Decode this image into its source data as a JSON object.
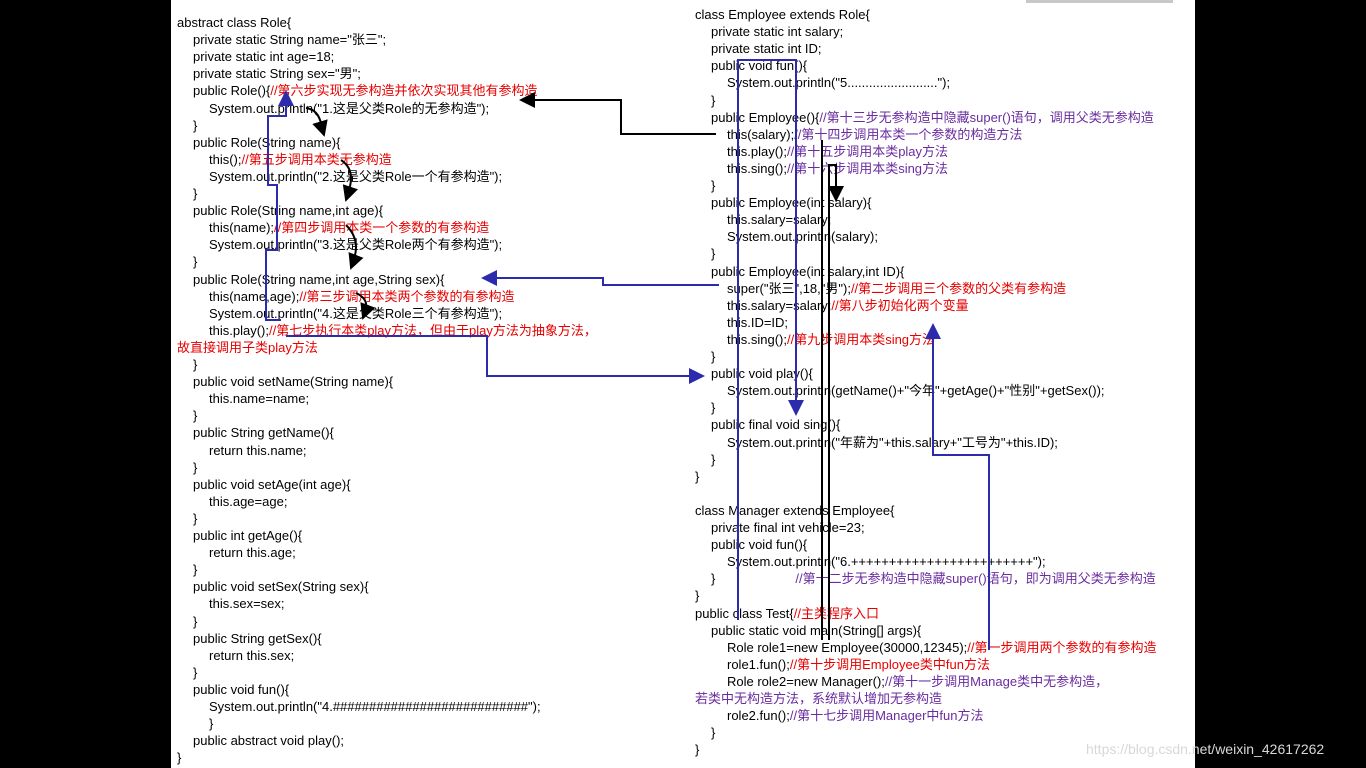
{
  "watermark": "https://blog.csdn.net/weixin_42617262",
  "role_class": [
    {
      "code": "abstract class Role{",
      "indent": 0
    },
    {
      "code": "private static String name=\"张三\";",
      "indent": 1
    },
    {
      "code": "private static int age=18;",
      "indent": 1
    },
    {
      "code": "private static String sex=\"男\";",
      "indent": 1
    },
    {
      "code": "public Role(){",
      "comment": "//第六步实现无参构造并依次实现其他有参构造",
      "color": "red",
      "indent": 1
    },
    {
      "code": "System.out.println(\"1.这是父类Role的无参构造\");",
      "indent": 2
    },
    {
      "code": "}",
      "indent": 1
    },
    {
      "code": "public Role(String name){",
      "indent": 1
    },
    {
      "code": "this();",
      "comment": "//第五步调用本类无参构造",
      "color": "red",
      "indent": 2
    },
    {
      "code": "System.out.println(\"2.这是父类Role一个有参构造\");",
      "indent": 2
    },
    {
      "code": "}",
      "indent": 1
    },
    {
      "code": "public Role(String name,int age){",
      "indent": 1
    },
    {
      "code": "this(name);",
      "comment": "//第四步调用本类一个参数的有参构造",
      "color": "red",
      "indent": 2
    },
    {
      "code": "System.out.println(\"3.这是父类Role两个有参构造\");",
      "indent": 2
    },
    {
      "code": "}",
      "indent": 1
    },
    {
      "code": "public Role(String name,int age,String sex){",
      "indent": 1
    },
    {
      "code": "this(name,age);",
      "comment": "//第三步调用本类两个参数的有参构造",
      "color": "red",
      "indent": 2
    },
    {
      "code": "System.out.println(\"4.这是父类Role三个有参构造\");",
      "indent": 2
    },
    {
      "code": "this.play();",
      "comment": "//第七步执行本类play方法，但由于play方法为抽象方法，",
      "color": "red",
      "indent": 2
    },
    {
      "code": "",
      "comment": "故直接调用子类play方法",
      "color": "red",
      "indent": 0
    },
    {
      "code": "}",
      "indent": 1
    },
    {
      "code": "public void setName(String name){",
      "indent": 1
    },
    {
      "code": "this.name=name;",
      "indent": 2
    },
    {
      "code": "}",
      "indent": 1
    },
    {
      "code": "public String getName(){",
      "indent": 1
    },
    {
      "code": "return this.name;",
      "indent": 2
    },
    {
      "code": "}",
      "indent": 1
    },
    {
      "code": "public void setAge(int age){",
      "indent": 1
    },
    {
      "code": "this.age=age;",
      "indent": 2
    },
    {
      "code": "}",
      "indent": 1
    },
    {
      "code": "public int getAge(){",
      "indent": 1
    },
    {
      "code": "return this.age;",
      "indent": 2
    },
    {
      "code": "}",
      "indent": 1
    },
    {
      "code": "public void setSex(String sex){",
      "indent": 1
    },
    {
      "code": "this.sex=sex;",
      "indent": 2
    },
    {
      "code": "}",
      "indent": 1
    },
    {
      "code": "public String getSex(){",
      "indent": 1
    },
    {
      "code": "return this.sex;",
      "indent": 2
    },
    {
      "code": "}",
      "indent": 1
    },
    {
      "code": "public void fun(){",
      "indent": 1
    },
    {
      "code": "System.out.println(\"4.###########################\");",
      "indent": 2
    },
    {
      "code": "}",
      "indent": 2
    },
    {
      "code": "public abstract void play();",
      "indent": 1
    },
    {
      "code": "}",
      "indent": 0
    }
  ],
  "right_code": [
    {
      "code": "class Employee extends Role{",
      "indent": 0
    },
    {
      "code": "private static int salary;",
      "indent": 1
    },
    {
      "code": "private static int ID;",
      "indent": 1
    },
    {
      "code": "public void fun(){",
      "indent": 1
    },
    {
      "code": "System.out.println(\"5.........................\");",
      "indent": 2
    },
    {
      "code": "}",
      "indent": 1
    },
    {
      "code": "public Employee(){",
      "comment": "//第十三步无参构造中隐藏super()语句，调用父类无参构造",
      "color": "purple",
      "indent": 1
    },
    {
      "code": "this(salary);",
      "comment": "//第十四步调用本类一个参数的构造方法",
      "color": "purple",
      "indent": 2
    },
    {
      "code": "this.play();",
      "comment": "//第十五步调用本类play方法",
      "color": "purple",
      "indent": 2
    },
    {
      "code": "this.sing();",
      "comment": "//第十六步调用本类sing方法",
      "color": "purple",
      "indent": 2
    },
    {
      "code": "}",
      "indent": 1
    },
    {
      "code": "public Employee(int salary){",
      "indent": 1
    },
    {
      "code": "this.salary=salary;",
      "indent": 2
    },
    {
      "code": "System.out.println(salary);",
      "indent": 2
    },
    {
      "code": "}",
      "indent": 1
    },
    {
      "code": "public Employee(int salary,int ID){",
      "indent": 1
    },
    {
      "code": "super(\"张三\",18,\"男\");",
      "comment": "//第二步调用三个参数的父类有参构造",
      "color": "red",
      "indent": 2
    },
    {
      "code": "this.salary=salary;",
      "comment": "//第八步初始化两个变量",
      "color": "red",
      "indent": 2
    },
    {
      "code": "this.ID=ID;",
      "indent": 2
    },
    {
      "code": "this.sing();",
      "comment": "//第九步调用本类sing方法",
      "color": "red",
      "indent": 2
    },
    {
      "code": "}",
      "indent": 1
    },
    {
      "code": "public void play(){",
      "indent": 1
    },
    {
      "code": "System.out.println(getName()+\"今年\"+getAge()+\"性别\"+getSex());",
      "indent": 2
    },
    {
      "code": "}",
      "indent": 1
    },
    {
      "code": "public final void sing(){",
      "indent": 1
    },
    {
      "code": "System.out.println(\"年薪为\"+this.salary+\"工号为\"+this.ID);",
      "indent": 2
    },
    {
      "code": "}",
      "indent": 1
    },
    {
      "code": "}",
      "indent": 0
    },
    {
      "code": "",
      "indent": 0
    },
    {
      "code": "class Manager extends Employee{",
      "indent": 0
    },
    {
      "code": "private final int vehicle=23;",
      "indent": 1
    },
    {
      "code": "public void fun(){",
      "indent": 1
    },
    {
      "code": "System.out.println(\"6.++++++++++++++++++++++++\");",
      "indent": 2
    },
    {
      "code": "}",
      "indent": 1,
      "comment": "//第十二步无参构造中隐藏super()语句，即为调用父类无参构造",
      "color": "purple",
      "comment_gap": 80
    },
    {
      "code": "}",
      "indent": 0
    },
    {
      "code": "public class Test{",
      "comment": "//主类程序入口",
      "color": "red",
      "indent": 0
    },
    {
      "code": "public static void main(String[] args){",
      "indent": 1
    },
    {
      "code": "Role role1=new Employee(30000,12345);",
      "comment": "//第一步调用两个参数的有参构造",
      "color": "red",
      "indent": 2
    },
    {
      "code": "role1.fun();",
      "comment": "//第十步调用Employee类中fun方法",
      "color": "red",
      "indent": 2
    },
    {
      "code": "Role role2=new Manager();",
      "comment": "//第十一步调用Manage类中无参构造，",
      "color": "purple",
      "indent": 2
    },
    {
      "code": "",
      "comment": "若类中无构造方法，系统默认增加无参构造",
      "color": "purple",
      "indent": 0
    },
    {
      "code": "role2.fun();",
      "comment": "//第十七步调用Manager中fun方法",
      "color": "purple",
      "indent": 2
    },
    {
      "code": "}",
      "indent": 1
    },
    {
      "code": "}",
      "indent": 0
    }
  ]
}
